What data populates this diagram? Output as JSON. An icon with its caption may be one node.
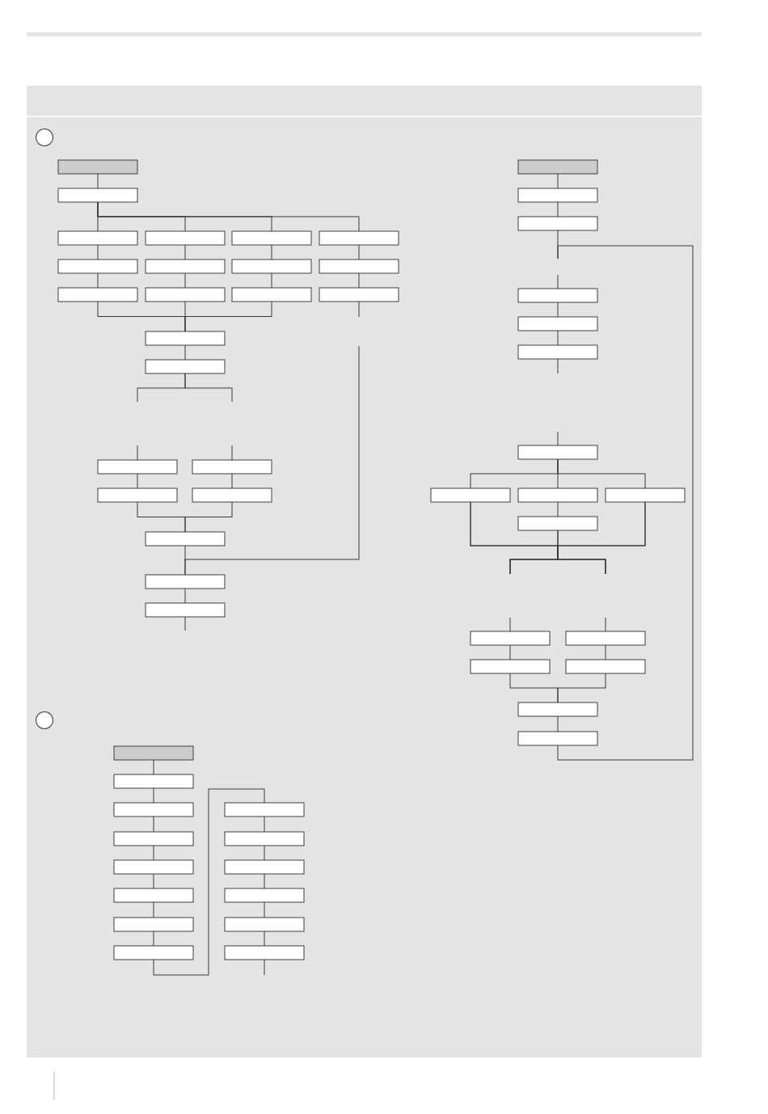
{
  "diagram": {
    "nodes": [
      {
        "text": [],
        "shape": "circle"
      },
      {
        "text": [],
        "shape": "box"
      },
      {
        "text": [],
        "shape": "box"
      },
      {
        "text": [],
        "shape": "box"
      },
      {
        "text": [],
        "shape": "box"
      },
      {
        "text": [],
        "shape": "box"
      },
      {
        "text": [],
        "shape": "box"
      },
      {
        "text": [],
        "shape": "box"
      },
      {
        "text": [],
        "shape": "box"
      },
      {
        "text": [],
        "shape": "box"
      },
      {
        "text": [],
        "shape": "box"
      },
      {
        "text": [],
        "shape": "box"
      },
      {
        "text": [],
        "shape": "box"
      },
      {
        "text": [],
        "shape": "box"
      },
      {
        "text": [],
        "shape": "box"
      },
      {
        "text": [],
        "shape": "box"
      },
      {
        "text": [],
        "shape": "box"
      },
      {
        "text": [],
        "shape": "box"
      },
      {
        "text": [],
        "shape": "box"
      },
      {
        "text": [],
        "shape": "box"
      },
      {
        "text": [],
        "shape": "box"
      },
      {
        "text": [],
        "shape": "box"
      },
      {
        "text": [],
        "shape": "box"
      },
      {
        "text": [],
        "shape": "box"
      },
      {
        "text": [],
        "shape": "box"
      },
      {
        "text": [],
        "shape": "box"
      },
      {
        "text": [],
        "shape": "box"
      },
      {
        "text": [],
        "shape": "box"
      },
      {
        "text": [],
        "shape": "box"
      },
      {
        "text": [],
        "shape": "box"
      },
      {
        "text": [],
        "shape": "box"
      },
      {
        "text": [],
        "shape": "box"
      },
      {
        "text": [],
        "shape": "box"
      },
      {
        "text": [],
        "shape": "box"
      },
      {
        "text": [],
        "shape": "box"
      },
      {
        "text": [],
        "shape": "box"
      },
      {
        "text": [],
        "shape": "box"
      },
      {
        "text": [],
        "shape": "box"
      },
      {
        "text": [],
        "shape": "box"
      },
      {
        "text": [],
        "shape": "box"
      },
      {
        "text": [],
        "shape": "box"
      },
      {
        "text": [],
        "shape": "circle"
      },
      {
        "text": [],
        "shape": "box"
      },
      {
        "text": [],
        "shape": "box"
      },
      {
        "text": [],
        "shape": "box"
      },
      {
        "text": [],
        "shape": "box"
      },
      {
        "text": [],
        "shape": "box"
      },
      {
        "text": [],
        "shape": "box"
      },
      {
        "text": [],
        "shape": "box"
      },
      {
        "text": [],
        "shape": "box"
      },
      {
        "text": [],
        "shape": "box"
      },
      {
        "text": [],
        "shape": "box"
      },
      {
        "text": [],
        "shape": "box"
      },
      {
        "text": [],
        "shape": "box"
      },
      {
        "text": [],
        "shape": "box"
      },
      {
        "text": [],
        "shape": "box"
      }
    ],
    "edges": [
      {
        "from": 1,
        "to": 2,
        "arrow": "none"
      },
      {
        "from": 2,
        "to": 3,
        "arrow": "none"
      },
      {
        "from": 2,
        "to": 4,
        "arrow": "none"
      },
      {
        "from": 2,
        "to": 5,
        "arrow": "none"
      },
      {
        "from": 2,
        "to": 6,
        "arrow": "none"
      },
      {
        "from": 3,
        "to": 7,
        "arrow": "none"
      },
      {
        "from": 4,
        "to": 8,
        "arrow": "none"
      },
      {
        "from": 5,
        "to": 9,
        "arrow": "none"
      },
      {
        "from": 6,
        "to": 10,
        "arrow": "none"
      },
      {
        "from": 7,
        "to": 11,
        "arrow": "none"
      },
      {
        "from": 8,
        "to": 12,
        "arrow": "none"
      },
      {
        "from": 9,
        "to": 13,
        "arrow": "none"
      },
      {
        "from": 10,
        "to": 14,
        "arrow": "none"
      },
      {
        "from": 11,
        "to": 15,
        "arrow": "none"
      },
      {
        "from": 12,
        "to": 15,
        "arrow": "none"
      },
      {
        "from": 13,
        "to": 15,
        "arrow": "none"
      },
      {
        "from": 14,
        "to": null,
        "arrow": "none"
      },
      {
        "from": null,
        "to": 22,
        "arrow": "none"
      },
      {
        "from": 15,
        "to": 16,
        "arrow": "none"
      },
      {
        "from": 16,
        "to": null,
        "arrow": "none"
      },
      {
        "from": 16,
        "to": null,
        "arrow": "none"
      },
      {
        "from": null,
        "to": 17,
        "arrow": "none"
      },
      {
        "from": null,
        "to": 18,
        "arrow": "none"
      },
      {
        "from": 17,
        "to": 19,
        "arrow": "none"
      },
      {
        "from": 18,
        "to": 20,
        "arrow": "none"
      },
      {
        "from": 19,
        "to": 21,
        "arrow": "none"
      },
      {
        "from": 20,
        "to": 21,
        "arrow": "none"
      },
      {
        "from": 21,
        "to": 22,
        "arrow": "none"
      },
      {
        "from": 22,
        "to": 23,
        "arrow": "none"
      },
      {
        "from": 23,
        "to": null,
        "arrow": "none"
      },
      {
        "from": 24,
        "to": 25,
        "arrow": "none"
      },
      {
        "from": 25,
        "to": 26,
        "arrow": "none"
      },
      {
        "from": 26,
        "to": null,
        "arrow": "none"
      },
      {
        "from": 40,
        "to": null,
        "arrow": "none"
      },
      {
        "from": null,
        "to": 27,
        "arrow": "none"
      },
      {
        "from": 27,
        "to": 28,
        "arrow": "none"
      },
      {
        "from": 28,
        "to": 29,
        "arrow": "none"
      },
      {
        "from": 29,
        "to": null,
        "arrow": "none"
      },
      {
        "from": null,
        "to": 30,
        "arrow": "none"
      },
      {
        "from": 30,
        "to": 31,
        "arrow": "none"
      },
      {
        "from": 30,
        "to": 32,
        "arrow": "none"
      },
      {
        "from": 30,
        "to": 33,
        "arrow": "none"
      },
      {
        "from": 32,
        "to": 34,
        "arrow": "none"
      },
      {
        "from": 31,
        "to": null,
        "arrow": "none"
      },
      {
        "from": 31,
        "to": null,
        "arrow": "none"
      },
      {
        "from": 34,
        "to": null,
        "arrow": "none"
      },
      {
        "from": 34,
        "to": null,
        "arrow": "none"
      },
      {
        "from": 33,
        "to": null,
        "arrow": "none"
      },
      {
        "from": 33,
        "to": null,
        "arrow": "none"
      },
      {
        "from": null,
        "to": 35,
        "arrow": "none"
      },
      {
        "from": null,
        "to": 36,
        "arrow": "none"
      },
      {
        "from": 35,
        "to": 37,
        "arrow": "none"
      },
      {
        "from": 36,
        "to": 38,
        "arrow": "none"
      },
      {
        "from": 37,
        "to": 39,
        "arrow": "none"
      },
      {
        "from": 38,
        "to": 39,
        "arrow": "none"
      },
      {
        "from": 39,
        "to": 40,
        "arrow": "none"
      },
      {
        "from": 42,
        "to": 43,
        "arrow": "none"
      },
      {
        "from": 43,
        "to": 44,
        "arrow": "none"
      },
      {
        "from": 44,
        "to": 45,
        "arrow": "none"
      },
      {
        "from": 45,
        "to": 46,
        "arrow": "none"
      },
      {
        "from": 46,
        "to": 47,
        "arrow": "none"
      },
      {
        "from": 47,
        "to": 48,
        "arrow": "none"
      },
      {
        "from": 48,
        "to": 49,
        "arrow": "none"
      },
      {
        "from": 49,
        "to": 50,
        "arrow": "none"
      },
      {
        "from": 50,
        "to": 51,
        "arrow": "none"
      },
      {
        "from": 51,
        "to": 52,
        "arrow": "none"
      },
      {
        "from": 52,
        "to": 53,
        "arrow": "none"
      },
      {
        "from": 53,
        "to": 54,
        "arrow": "none"
      },
      {
        "from": 54,
        "to": 55,
        "arrow": "none"
      },
      {
        "from": 55,
        "to": null,
        "arrow": "none"
      }
    ]
  }
}
